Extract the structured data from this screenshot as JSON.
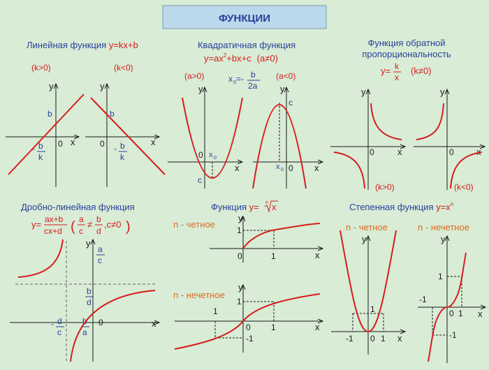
{
  "title": "ФУНКЦИИ",
  "colors": {
    "background": "#d8ecd6",
    "curve": "#d81c1c",
    "blue": "#2a3f9a",
    "orange": "#e06a1e",
    "axis": "#1a1a1a",
    "title_box": "#bcd8ec"
  },
  "linear": {
    "heading": "Линейная функция ",
    "formula": "y=kx+b",
    "left": {
      "cond": "(k>0)",
      "x": "x",
      "y": "y",
      "b": "b",
      "zero": "0",
      "minus": "-",
      "frac_num": "b",
      "frac_den": "k"
    },
    "right": {
      "cond": "(k<0)",
      "x": "x",
      "y": "y",
      "b": "b",
      "zero": "0",
      "minus": "-",
      "frac_num": "b",
      "frac_den": "k"
    }
  },
  "quadratic": {
    "heading": "Квадратичная функция",
    "formula_1": "y=ax",
    "formula_sup": "2",
    "formula_2": "+bx+c",
    "formula_cond": "(a≠0)",
    "vertex_x": "x",
    "vertex_sub": "0",
    "vertex_eq": "=-",
    "frac_num": "b",
    "frac_den": "2a",
    "left": {
      "cond": "(a>0)",
      "y": "y",
      "x": "x",
      "zero": "0",
      "x0": "x",
      "x0_sub": "0",
      "c": "c"
    },
    "right": {
      "cond": "(a<0)",
      "y": "y",
      "x": "x",
      "zero": "0",
      "x0": "x",
      "x0_sub": "0",
      "c": "c"
    }
  },
  "inverse": {
    "heading_1": "Функция обратной",
    "heading_2": "пропорциональность",
    "formula_y": "y=",
    "frac_num": "k",
    "frac_den": "x",
    "formula_cond": "(k≠0)",
    "left": {
      "cond": "(k>0)",
      "y": "y",
      "x": "x",
      "zero": "0"
    },
    "right": {
      "cond": "(k<0)",
      "y": "y",
      "x": "x",
      "zero": "0"
    }
  },
  "fractional": {
    "heading": "Дробно-линейная функция",
    "formula_y": "y=",
    "frac_num": "ax+b",
    "frac_den": "cx+d",
    "cond_a_num": "a",
    "cond_a_den": "c",
    "cond_neq": "≠",
    "cond_b_num": "b",
    "cond_b_den": "d",
    "cond_tail": ",c≠0",
    "graph": {
      "y": "y",
      "x": "x",
      "zero": "0",
      "ac_num": "a",
      "ac_den": "c",
      "bd_num": "b",
      "bd_den": "d",
      "minus": "-",
      "dc_num": "d",
      "dc_den": "c",
      "ba_num": "b",
      "ba_den": "a"
    }
  },
  "root": {
    "heading": "Функция ",
    "formula_y": "y=",
    "radical_index": "n",
    "radical_arg": "x",
    "top": {
      "label": "n - четное",
      "y": "y",
      "x": "x",
      "zero": "0",
      "one_y": "1",
      "one_x": "1"
    },
    "bottom": {
      "label": "n - нечетное",
      "y": "y",
      "x": "x",
      "zero": "0",
      "one_y": "1",
      "one_x": "1",
      "neg_one_y": "-1",
      "one_left": "1"
    }
  },
  "power": {
    "heading": "Степенная функция ",
    "formula": "y=x",
    "formula_sup": "n",
    "left": {
      "label": "n - четное",
      "y": "y",
      "x": "x",
      "zero": "0",
      "one_y": "1",
      "one_x": "1",
      "neg_one_x": "-1"
    },
    "right": {
      "label": "n - нечетное",
      "y": "y",
      "x": "x",
      "zero": "0",
      "one_y": "1",
      "one_x": "1",
      "neg_one_x": "-1",
      "neg_one_y": "-1"
    }
  }
}
